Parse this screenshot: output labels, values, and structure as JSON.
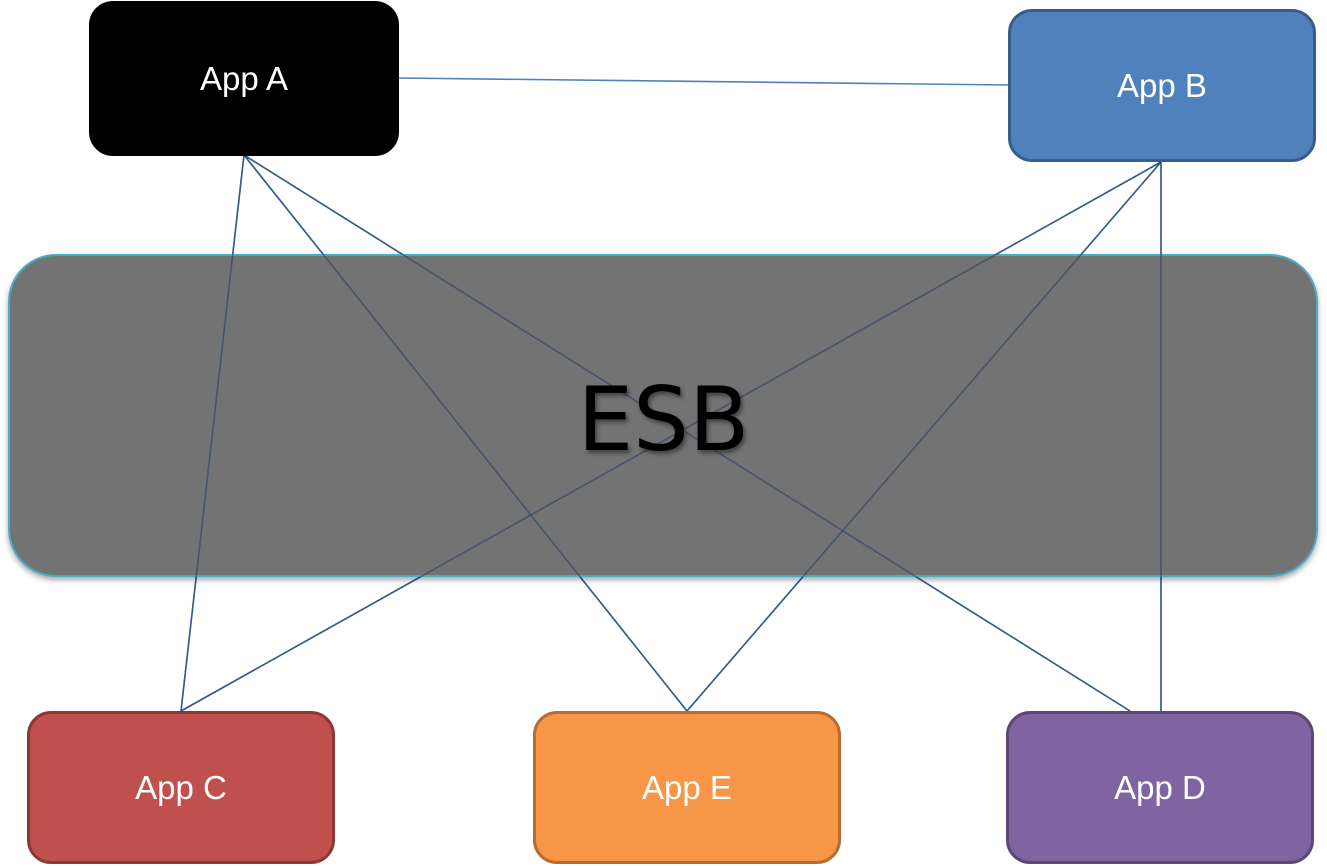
{
  "nodes": {
    "app_a": {
      "label": "App A",
      "color": "#000000"
    },
    "app_b": {
      "label": "App B",
      "color": "#4f81bd"
    },
    "app_c": {
      "label": "App C",
      "color": "#c0504d"
    },
    "app_e": {
      "label": "App E",
      "color": "#f79646"
    },
    "app_d": {
      "label": "App D",
      "color": "#8064a2"
    }
  },
  "esb": {
    "label": "ESB",
    "color": "#737373",
    "border_color": "#4bacc6"
  },
  "connections": [
    [
      "App A",
      "App B"
    ],
    [
      "App A",
      "App C"
    ],
    [
      "App A",
      "App E"
    ],
    [
      "App A",
      "App D"
    ],
    [
      "App B",
      "App C"
    ],
    [
      "App B",
      "App E"
    ],
    [
      "App B",
      "App D"
    ]
  ]
}
